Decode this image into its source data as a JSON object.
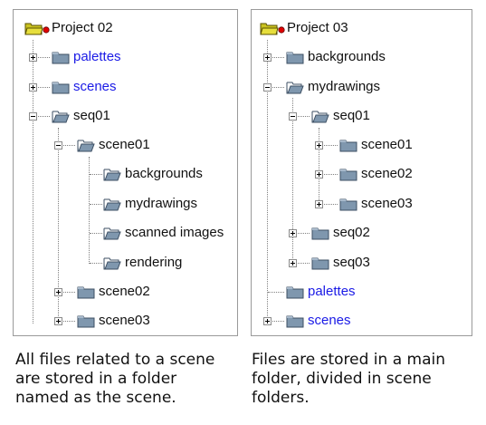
{
  "left_tree": {
    "root": "Project 02",
    "items": [
      {
        "label": "palettes"
      },
      {
        "label": "scenes"
      },
      {
        "label": "seq01"
      },
      {
        "label": "scene01"
      },
      {
        "label": "backgrounds"
      },
      {
        "label": "mydrawings"
      },
      {
        "label": "scanned images"
      },
      {
        "label": "rendering"
      },
      {
        "label": "scene02"
      },
      {
        "label": "scene03"
      }
    ]
  },
  "right_tree": {
    "root": "Project 03",
    "items": [
      {
        "label": "backgrounds"
      },
      {
        "label": "mydrawings"
      },
      {
        "label": "seq01"
      },
      {
        "label": "scene01"
      },
      {
        "label": "scene02"
      },
      {
        "label": "scene03"
      },
      {
        "label": "seq02"
      },
      {
        "label": "seq03"
      },
      {
        "label": "palettes"
      },
      {
        "label": "scenes"
      }
    ]
  },
  "captions": {
    "left": "All files related to a scene are stored in a folder named as the scene.",
    "right": "Files are stored in a main folder, divided in scene folders."
  },
  "colors": {
    "link_blue": "#1a1ae6",
    "folder_fill": "#7f97ae",
    "project_folder": "#c9c21f",
    "project_dot": "#e00000"
  }
}
